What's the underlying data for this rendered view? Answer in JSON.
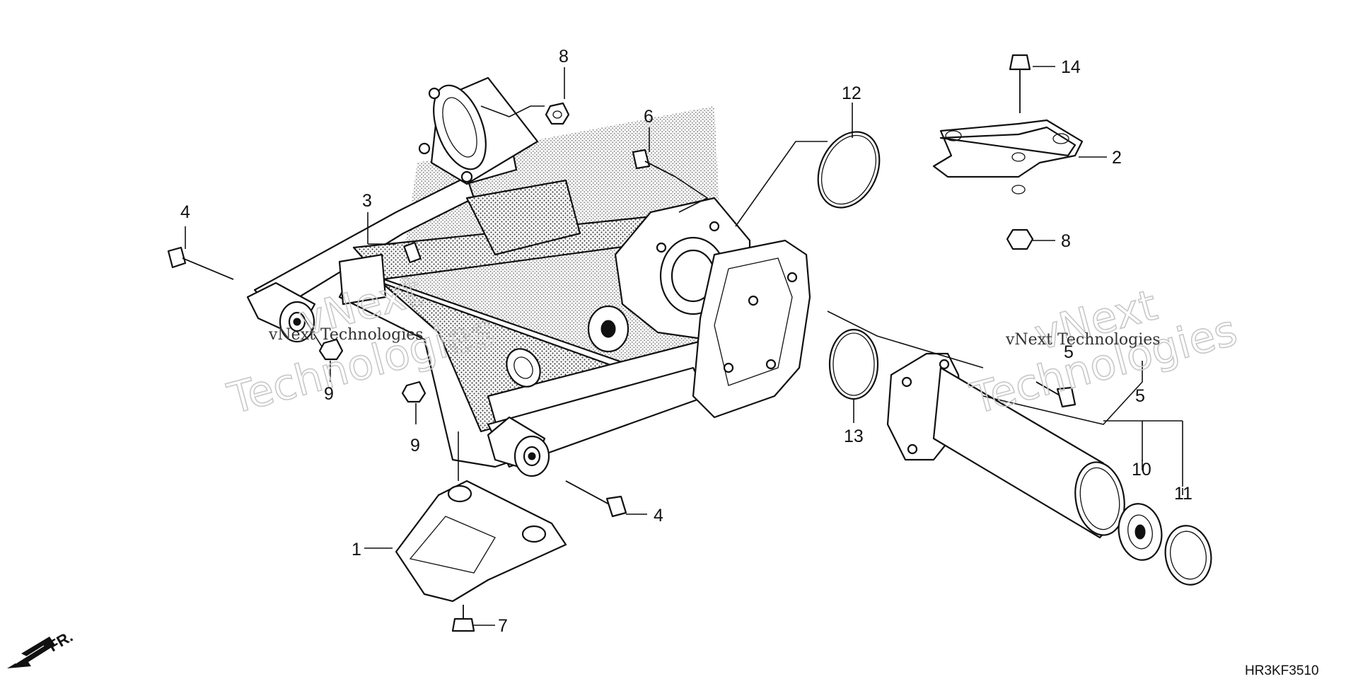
{
  "callouts": {
    "c1": "1",
    "c2": "2",
    "c3": "3",
    "c4a": "4",
    "c4b": "4",
    "c5a": "5",
    "c5b": "5",
    "c6": "6",
    "c7": "7",
    "c8a": "8",
    "c8b": "8",
    "c9a": "9",
    "c9b": "9",
    "c10": "10",
    "c11": "11",
    "c12": "12",
    "c13": "13",
    "c14": "14"
  },
  "direction_label": "FR.",
  "diagram_code": "HR3KF3510",
  "watermark": {
    "line1": "vNext",
    "line2": "Technologies",
    "small": "vNext Technologies"
  }
}
